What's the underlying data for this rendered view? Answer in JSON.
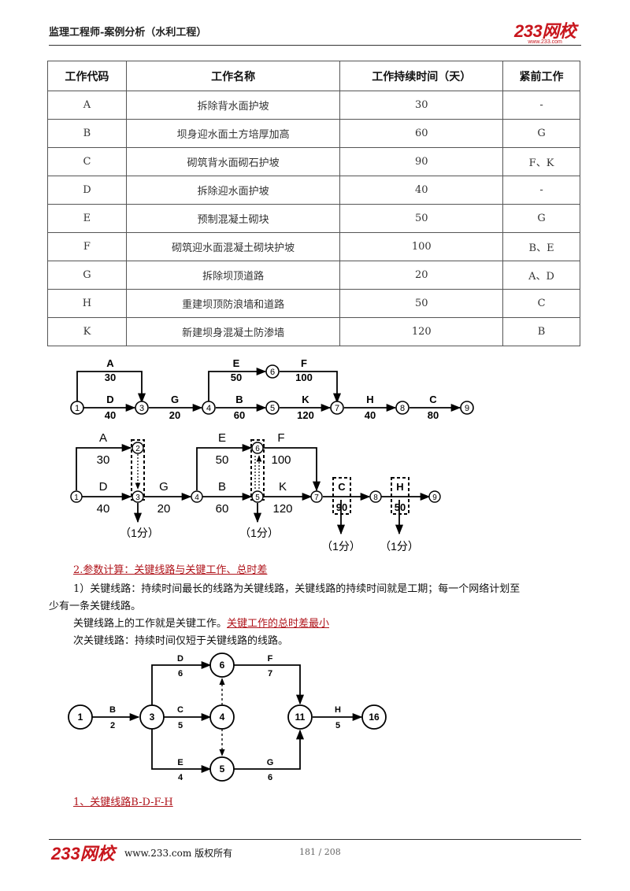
{
  "header": {
    "title": "监理工程师-案例分析（水利工程）",
    "logo_main": "233网校",
    "logo_sub": "www.233.com"
  },
  "table": {
    "headers": [
      "工作代码",
      "工作名称",
      "工作持续时间（天）",
      "紧前工作"
    ],
    "rows": [
      [
        "A",
        "拆除背水面护坡",
        "30",
        "-"
      ],
      [
        "B",
        "坝身迎水面土方培厚加高",
        "60",
        "G"
      ],
      [
        "C",
        "砌筑背水面砌石护坡",
        "90",
        "F、K"
      ],
      [
        "D",
        "拆除迎水面护坡",
        "40",
        "-"
      ],
      [
        "E",
        "预制混凝土砌块",
        "50",
        "G"
      ],
      [
        "F",
        "砌筑迎水面混凝土砌块护坡",
        "100",
        "B、E"
      ],
      [
        "G",
        "拆除坝顶道路",
        "20",
        "A、D"
      ],
      [
        "H",
        "重建坝顶防浪墙和道路",
        "50",
        "C"
      ],
      [
        "K",
        "新建坝身混凝土防渗墙",
        "120",
        "B"
      ]
    ]
  },
  "net1": {
    "nodes": [
      "1",
      "3",
      "4",
      "5",
      "6",
      "7",
      "8",
      "9"
    ],
    "labels": [
      "A",
      "30",
      "D",
      "40",
      "G",
      "20",
      "E",
      "50",
      "F",
      "100",
      "B",
      "60",
      "K",
      "120",
      "H",
      "40",
      "C",
      "80"
    ]
  },
  "net2": {
    "nodes": [
      "1",
      "2",
      "3",
      "4",
      "5",
      "6",
      "7",
      "8",
      "9"
    ],
    "labels": [
      "A",
      "30",
      "D",
      "40",
      "G",
      "20",
      "E",
      "50",
      "F",
      "100",
      "B",
      "60",
      "K",
      "120"
    ],
    "boxed": [
      "C",
      "90",
      "H",
      "50"
    ],
    "score": "（1分）"
  },
  "section": {
    "heading": "2.参数计算：关键线路与关键工作、总时差",
    "p1_a": "1）关键线路：持续时间最长的线路为关键线路，关键线路的持续时间就是工期；每一个网络计划至",
    "p1_b": "少有一条关键线路。",
    "p2_plain": "关键线路上的工作就是关键工作。",
    "p2_red": "关键工作的总时差最小",
    "p3": "次关键线路：持续时间仅短于关键线路的线路。"
  },
  "net3": {
    "nodes": [
      "1",
      "3",
      "6",
      "4",
      "5",
      "11",
      "16"
    ],
    "labels": [
      "B",
      "2",
      "D",
      "6",
      "C",
      "5",
      "E",
      "4",
      "F",
      "7",
      "G",
      "6",
      "H",
      "5"
    ]
  },
  "answer": "1、关键线路B-D-F-H",
  "footer": {
    "logo": "233网校",
    "copyright": "www.233.com 版权所有",
    "page": "181 / 208"
  }
}
